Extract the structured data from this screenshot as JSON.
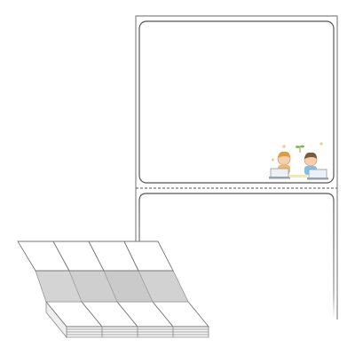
{
  "product": {
    "type": "fanfold-label-sheet",
    "labels_visible": 2,
    "stack_columns": 4
  },
  "colors": {
    "outline": "#8a8a8a",
    "face_shadow": "#d7d7d7",
    "label_fill": "#ffffff",
    "skin": "#f5cfae",
    "hair_a": "#e39a3b",
    "hair_b": "#7a5a3a",
    "shirt_a": "#f2b86b",
    "shirt_b": "#7fc0e8",
    "sprout": "#7bb24a",
    "sparkle": "#e0c25a",
    "laptop": "#9aa3ad"
  },
  "icons": [
    "label-sheet-icon",
    "fanfold-stack-icon",
    "kids-with-laptops-icon"
  ]
}
